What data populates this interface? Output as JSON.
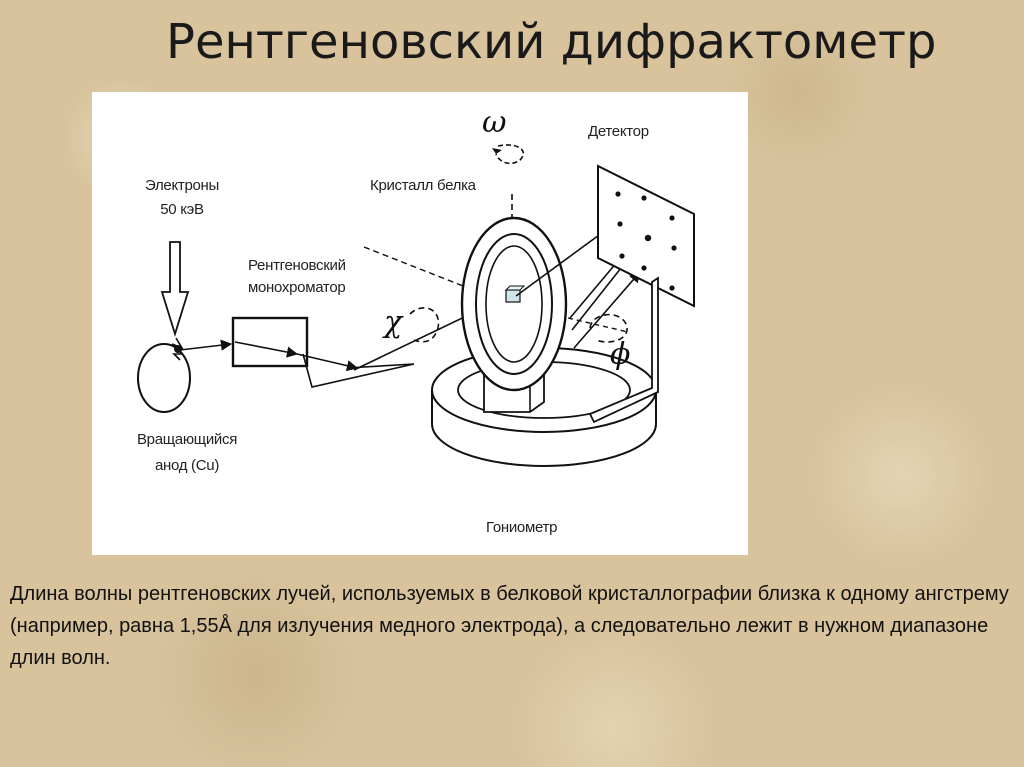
{
  "slide": {
    "title": "Рентгеновский дифрактометр",
    "caption": "Длина волны рентгеновских лучей, используемых в белковой кристаллографии близка к одному ангстрему (например, равна 1,55Å для излучения медного электрода), а следовательно лежит в нужном диапазоне длин волн."
  },
  "diagram": {
    "electrons_line1": "Электроны",
    "electrons_line2": "50 кэВ",
    "anode_line1": "Вращающийся",
    "anode_line2": "анод (Cu)",
    "mono_line1": "Рентгеновский",
    "mono_line2": "монохроматор",
    "crystal": "Кристалл белка",
    "detector": "Детектор",
    "goniometer": "Гониометр",
    "omega": "ω",
    "chi": "χ",
    "phi": "ϕ"
  }
}
